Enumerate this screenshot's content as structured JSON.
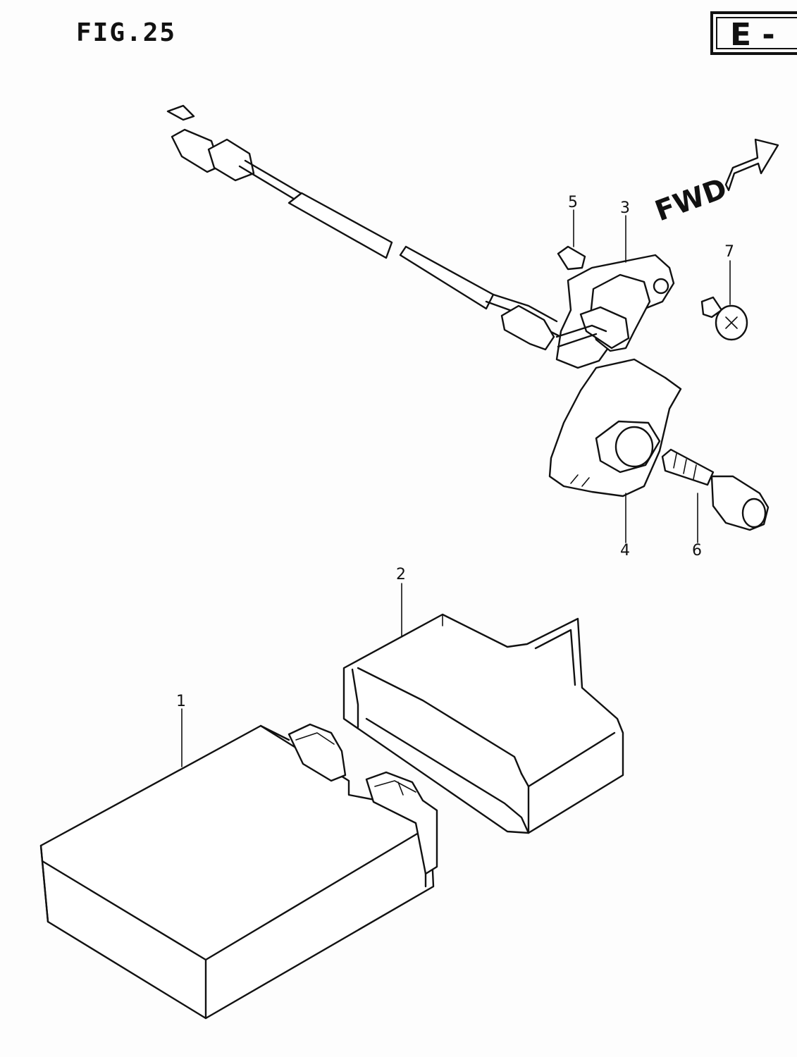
{
  "figure": {
    "title": "FIG.25",
    "section": "E -"
  },
  "direction": {
    "label": "FWD"
  },
  "callouts": [
    "1",
    "2",
    "3",
    "4",
    "5",
    "6",
    "7"
  ]
}
